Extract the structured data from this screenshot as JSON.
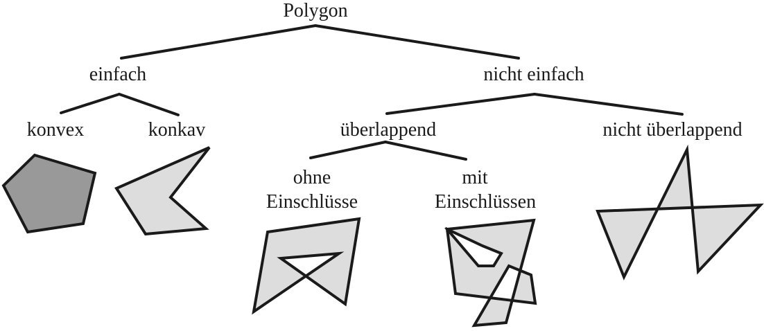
{
  "labels": {
    "root": "Polygon",
    "simple": "einfach",
    "non_simple": "nicht einfach",
    "convex": "konvex",
    "concave": "konkav",
    "overlapping": "überlappend",
    "non_overlapping": "nicht überlappend",
    "without_inclusions_1": "ohne",
    "without_inclusions_2": "Einschlüsse",
    "with_inclusions_1": "mit",
    "with_inclusions_2": "Einschlüssen"
  },
  "colors": {
    "stroke": "#1a1a1a",
    "fill_dark": "#999999",
    "fill_light": "#dddddd"
  }
}
